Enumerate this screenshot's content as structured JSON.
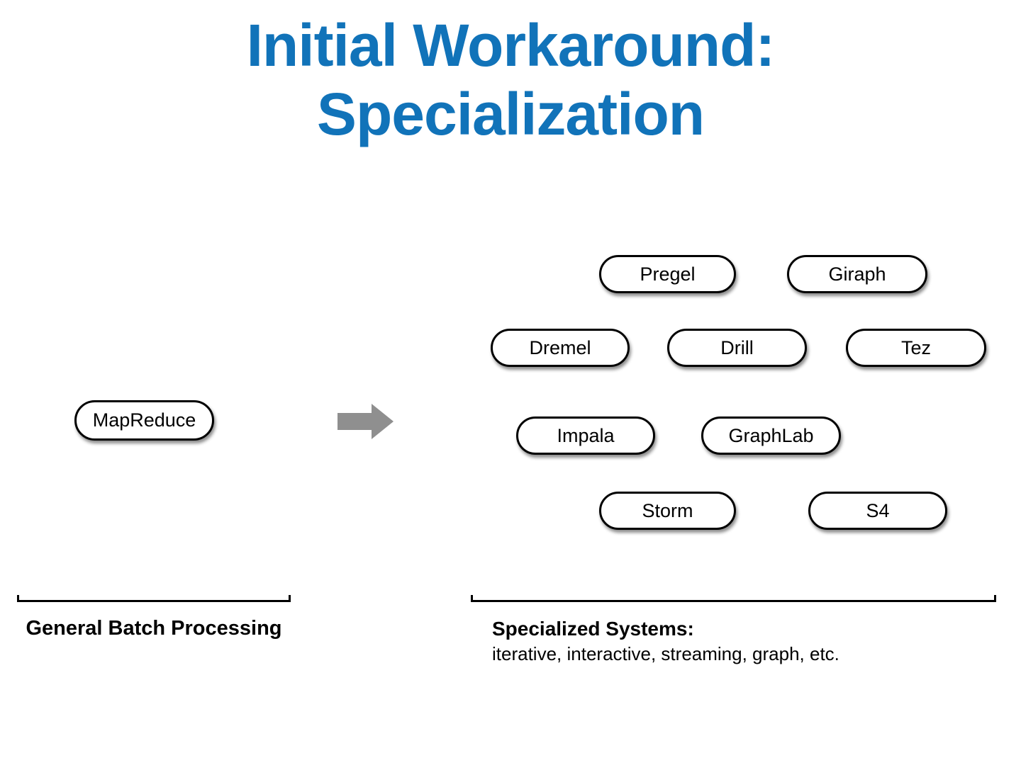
{
  "title": {
    "line1": "Initial Workaround:",
    "line2": "Specialization"
  },
  "left_group": {
    "node": "MapReduce",
    "caption": "General Batch Processing"
  },
  "arrow_icon": "right-block-arrow",
  "right_group": {
    "nodes": [
      "Pregel",
      "Giraph",
      "Dremel",
      "Drill",
      "Tez",
      "Impala",
      "GraphLab",
      "Storm",
      "S4"
    ],
    "caption_title": "Specialized Systems:",
    "caption_sub": "iterative, interactive, streaming, graph, etc."
  },
  "colors": {
    "title_blue": "#1173b9",
    "arrow_gray": "#8f8f8f",
    "node_fill": "#ffffff",
    "node_border": "#000000",
    "text_black": "#000000"
  }
}
